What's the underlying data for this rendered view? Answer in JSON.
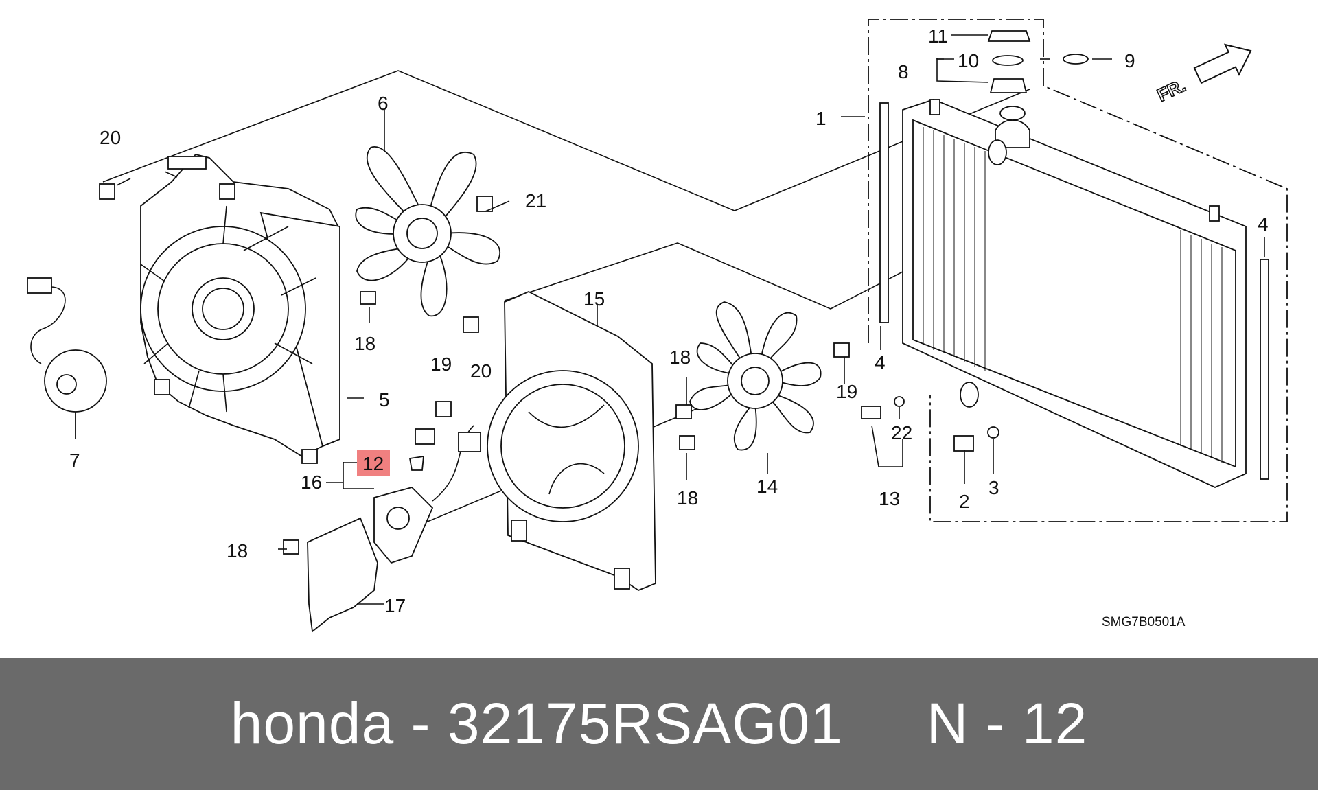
{
  "diagram": {
    "callouts": [
      {
        "id": "c1",
        "text": "1"
      },
      {
        "id": "c2",
        "text": "2"
      },
      {
        "id": "c3",
        "text": "3"
      },
      {
        "id": "c4a",
        "text": "4"
      },
      {
        "id": "c4b",
        "text": "4"
      },
      {
        "id": "c5",
        "text": "5"
      },
      {
        "id": "c6",
        "text": "6"
      },
      {
        "id": "c7",
        "text": "7"
      },
      {
        "id": "c8",
        "text": "8"
      },
      {
        "id": "c9",
        "text": "9"
      },
      {
        "id": "c10",
        "text": "10"
      },
      {
        "id": "c11",
        "text": "11"
      },
      {
        "id": "c12",
        "text": "12"
      },
      {
        "id": "c13",
        "text": "13"
      },
      {
        "id": "c14",
        "text": "14"
      },
      {
        "id": "c15",
        "text": "15"
      },
      {
        "id": "c16",
        "text": "16"
      },
      {
        "id": "c17",
        "text": "17"
      },
      {
        "id": "c18a",
        "text": "18"
      },
      {
        "id": "c18b",
        "text": "18"
      },
      {
        "id": "c18c",
        "text": "18"
      },
      {
        "id": "c18d",
        "text": "18"
      },
      {
        "id": "c19a",
        "text": "19"
      },
      {
        "id": "c19b",
        "text": "19"
      },
      {
        "id": "c20a",
        "text": "20"
      },
      {
        "id": "c20b",
        "text": "20"
      },
      {
        "id": "c21",
        "text": "21"
      },
      {
        "id": "c22",
        "text": "22"
      }
    ],
    "highlighted_callout": "12",
    "highlight_color": "#f08080",
    "front_arrow_label": "FR.",
    "drawing_code": "SMG7B0501A"
  },
  "caption": {
    "text": "honda - 32175RSAG01     N - 12",
    "background": "#6a6a6a",
    "color": "#ffffff"
  }
}
